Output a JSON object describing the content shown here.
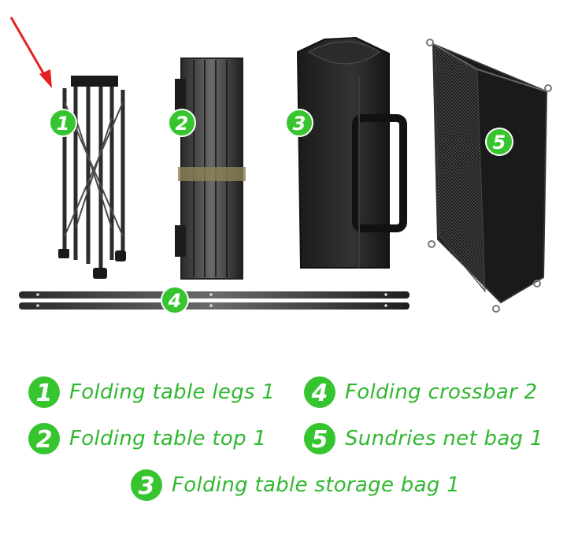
{
  "colors": {
    "accent_green": "#36c52f",
    "dark": "#1f1f1f",
    "arrow": "#e62020"
  },
  "product_parts": [
    {
      "number": "1",
      "icon": "folding-legs"
    },
    {
      "number": "2",
      "icon": "folded-table-top"
    },
    {
      "number": "3",
      "icon": "storage-bag"
    },
    {
      "number": "4",
      "icon": "crossbar"
    },
    {
      "number": "5",
      "icon": "net-bag"
    }
  ],
  "legend": [
    {
      "number": "1",
      "label": "Folding table legs 1"
    },
    {
      "number": "4",
      "label": "Folding crossbar 2"
    },
    {
      "number": "2",
      "label": "Folding table top 1"
    },
    {
      "number": "5",
      "label": "Sundries net bag 1"
    },
    {
      "number": "3",
      "label": "Folding table storage bag 1"
    }
  ]
}
